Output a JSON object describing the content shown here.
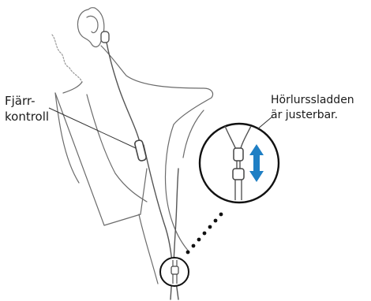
{
  "labels": {
    "remote": [
      "Fjärr-",
      "kontroll"
    ],
    "adjustable": [
      "Hörlurssladden",
      "är justerbar."
    ]
  },
  "icons": {
    "arrow": "double-headed-vertical-arrow",
    "arrow_color": "#1f7fc4"
  }
}
